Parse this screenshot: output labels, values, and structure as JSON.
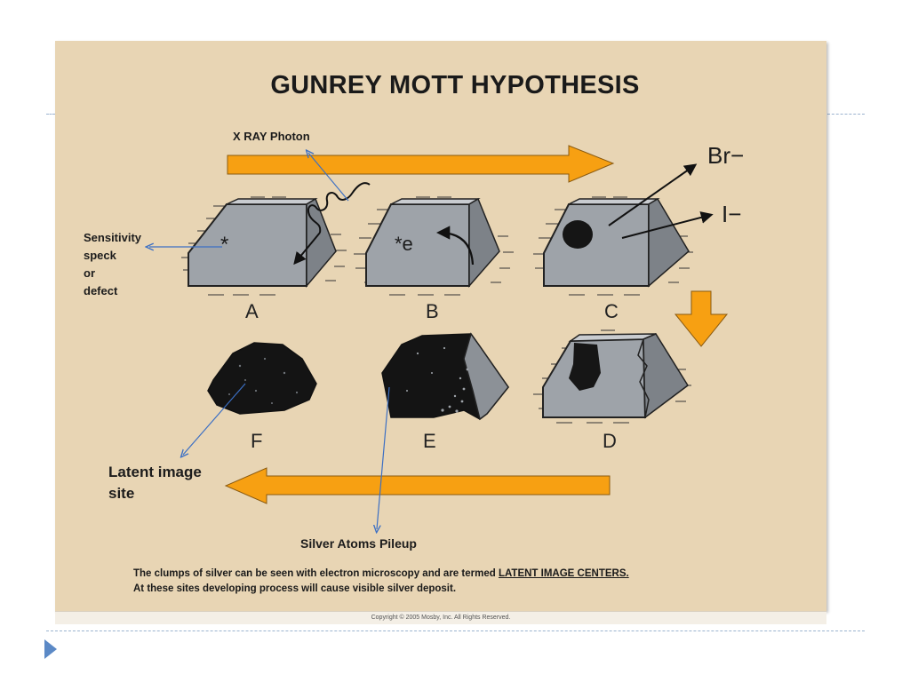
{
  "title": "GUNREY MOTT HYPOTHESIS",
  "labels": {
    "xray_photon": "X RAY Photon",
    "sensitivity": [
      "Sensitivity",
      "speck",
      "or",
      "defect"
    ],
    "latent_site": [
      "Latent image",
      "site"
    ],
    "silver_pileup": "Silver Atoms Pileup",
    "ion_br": "Br−",
    "ion_i": "I−",
    "speck_mark": "*",
    "speck_e": "*e"
  },
  "stages": [
    "A",
    "B",
    "C",
    "D",
    "E",
    "F"
  ],
  "caption": {
    "line1_pre": "The clumps of silver can be seen with electron microscopy and are termed ",
    "line1_term": "LATENT IMAGE CENTERS.",
    "line2": "At these sites developing process will cause visible silver deposit."
  },
  "copyright": "Copyright © 2005 Mosby, Inc. All Rights Reserved.",
  "colors": {
    "panel": "#e8d5b4",
    "crystal": "#9ea3a9",
    "arrow_orange": "#f7a012",
    "pointer_blue": "#3b6fc4"
  }
}
